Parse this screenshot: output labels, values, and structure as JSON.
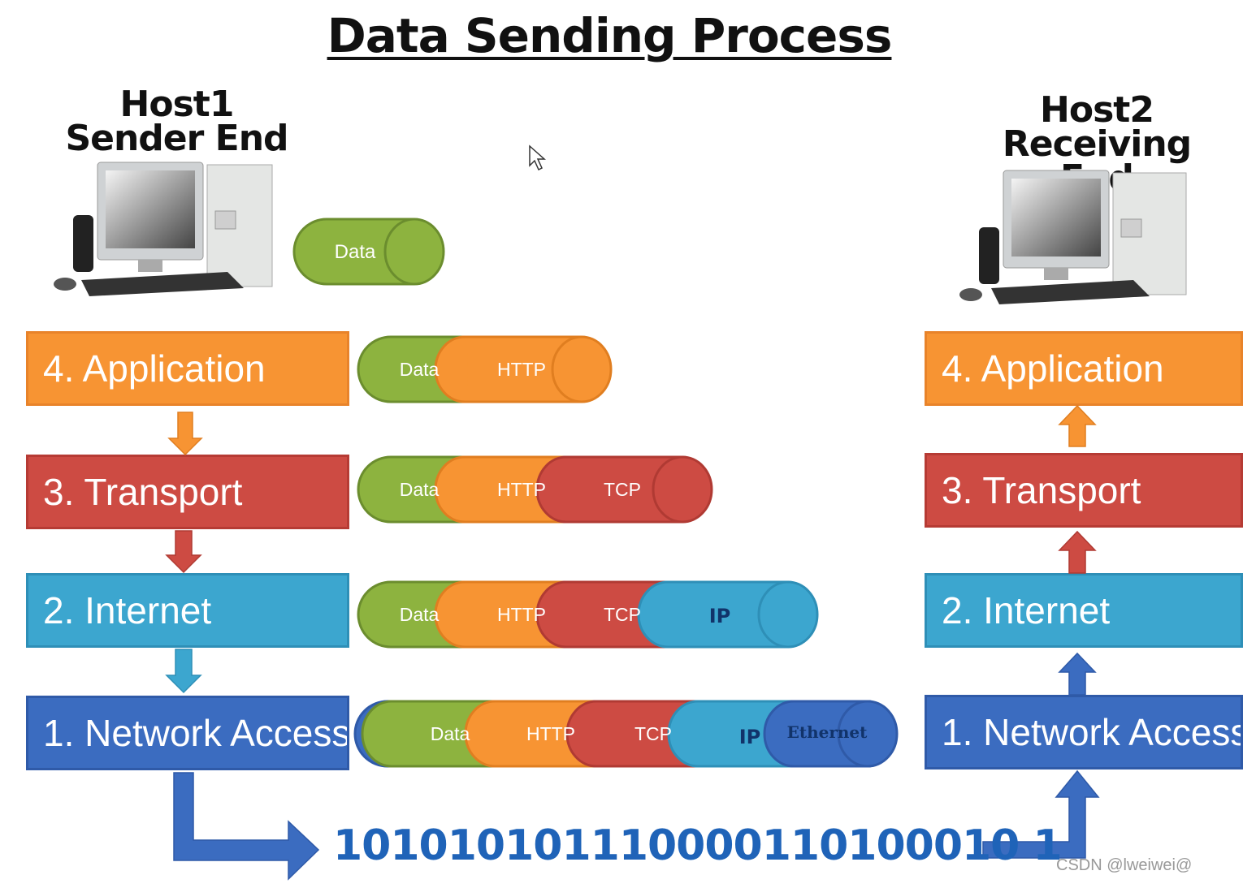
{
  "title": "Data Sending Process",
  "host1": {
    "name": "Host1",
    "role": "Sender End"
  },
  "host2": {
    "name": "Host2",
    "role": "Receiving End"
  },
  "layers": {
    "application": "4. Application",
    "transport": "3. Transport",
    "internet": "2. Internet",
    "network_access": "1. Network Access"
  },
  "segments": {
    "data": "Data",
    "http": "HTTP",
    "tcp": "TCP",
    "ip": "IP",
    "ethernet": "Ethernet"
  },
  "bitstream": "101010101110000110100010 1",
  "watermark": "CSDN @lweiwei@",
  "colors": {
    "data": "#8db33f",
    "http": "#f79433",
    "tcp": "#cd4b43",
    "ip": "#3ca6cf",
    "ethernet": "#3b6cc0"
  }
}
